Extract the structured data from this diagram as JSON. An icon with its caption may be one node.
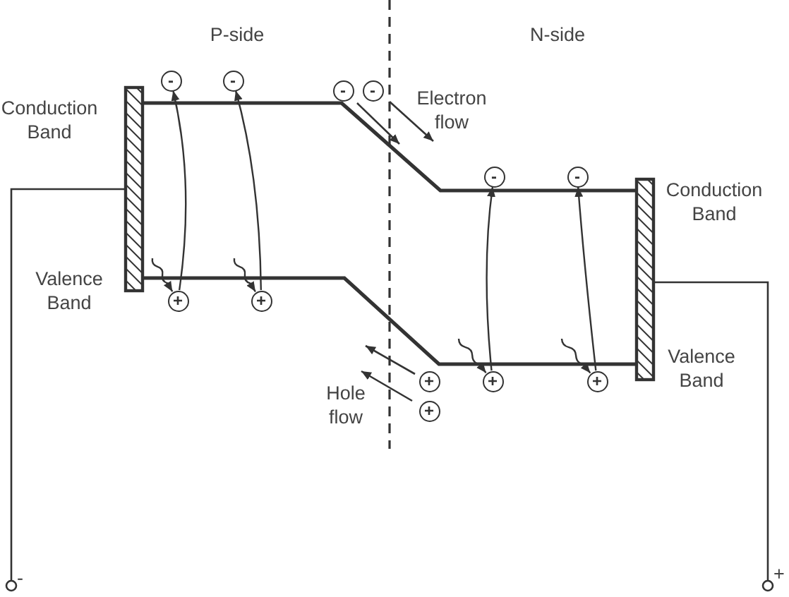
{
  "diagram": {
    "nodes": [
      {
        "text": [
          "-"
        ]
      },
      {
        "text": [
          "-"
        ]
      },
      {
        "text": [
          "-"
        ]
      },
      {
        "text": [
          "-"
        ]
      },
      {
        "text": [
          "-"
        ]
      },
      {
        "text": [
          "-"
        ]
      },
      {
        "text": [
          "+"
        ]
      },
      {
        "text": [
          "+"
        ]
      },
      {
        "text": [
          "+"
        ]
      },
      {
        "text": [
          "+"
        ]
      },
      {
        "text": [
          "+"
        ]
      },
      {
        "text": [
          "+"
        ]
      }
    ],
    "edges": [
      {
        "from": 6,
        "to": 0,
        "arrow": "to"
      },
      {
        "from": 7,
        "to": 1,
        "arrow": "to"
      },
      {
        "from": 9,
        "to": 4,
        "arrow": "to"
      },
      {
        "from": 10,
        "to": 5,
        "arrow": "to"
      },
      {
        "from": null,
        "to": 6,
        "arrow": "to"
      },
      {
        "from": null,
        "to": 7,
        "arrow": "to"
      },
      {
        "from": null,
        "to": 9,
        "arrow": "to"
      },
      {
        "from": null,
        "to": 10,
        "arrow": "to"
      }
    ],
    "labels": [
      "P-side",
      "N-side",
      "Conduction Band",
      "Electron flow",
      "Conduction Band",
      "Valence Band",
      "Valence Band",
      "Hole flow",
      "-",
      "+"
    ]
  }
}
